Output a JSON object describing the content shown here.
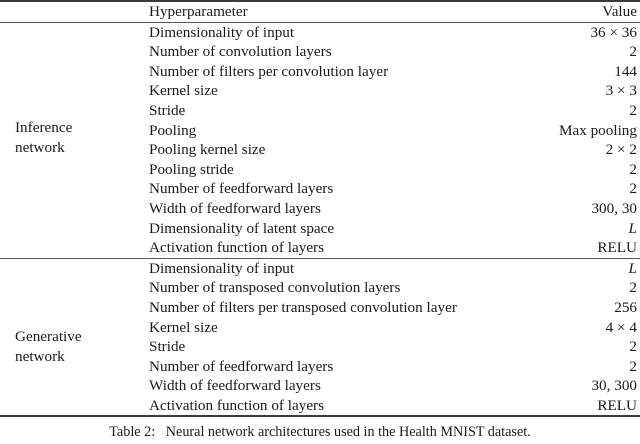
{
  "table": {
    "caption_label": "Table 2:",
    "caption_text": "Neural network architectures used in the Health MNIST dataset.",
    "columns": {
      "group": "",
      "hyperparameter": "Hyperparameter",
      "value": "Value"
    },
    "sections": [
      {
        "group_line1": "Inference",
        "group_line2": "network",
        "rows": [
          {
            "hyperparameter": "Dimensionality of input",
            "value": "36 × 36",
            "value_style": "normal"
          },
          {
            "hyperparameter": "Number of convolution layers",
            "value": "2",
            "value_style": "normal"
          },
          {
            "hyperparameter": "Number of filters per convolution layer",
            "value": "144",
            "value_style": "normal"
          },
          {
            "hyperparameter": "Kernel size",
            "value": "3 × 3",
            "value_style": "normal"
          },
          {
            "hyperparameter": "Stride",
            "value": "2",
            "value_style": "normal"
          },
          {
            "hyperparameter": "Pooling",
            "value": "Max pooling",
            "value_style": "normal"
          },
          {
            "hyperparameter": "Pooling kernel size",
            "value": "2 × 2",
            "value_style": "normal"
          },
          {
            "hyperparameter": "Pooling stride",
            "value": "2",
            "value_style": "normal"
          },
          {
            "hyperparameter": "Number of feedforward layers",
            "value": "2",
            "value_style": "normal"
          },
          {
            "hyperparameter": "Width of feedforward layers",
            "value": "300, 30",
            "value_style": "normal"
          },
          {
            "hyperparameter": "Dimensionality of latent space",
            "value": "L",
            "value_style": "italic"
          },
          {
            "hyperparameter": "Activation function of layers",
            "value": "RELU",
            "value_style": "normal"
          }
        ]
      },
      {
        "group_line1": "Generative",
        "group_line2": "network",
        "rows": [
          {
            "hyperparameter": "Dimensionality of input",
            "value": "L",
            "value_style": "italic"
          },
          {
            "hyperparameter": "Number of transposed convolution layers",
            "value": "2",
            "value_style": "normal"
          },
          {
            "hyperparameter": "Number of filters per transposed convolution layer",
            "value": "256",
            "value_style": "normal"
          },
          {
            "hyperparameter": "Kernel size",
            "value": "4 × 4",
            "value_style": "normal"
          },
          {
            "hyperparameter": "Stride",
            "value": "2",
            "value_style": "normal"
          },
          {
            "hyperparameter": "Number of feedforward layers",
            "value": "2",
            "value_style": "normal"
          },
          {
            "hyperparameter": "Width of feedforward layers",
            "value": "30, 300",
            "value_style": "normal"
          },
          {
            "hyperparameter": "Activation function of layers",
            "value": "RELU",
            "value_style": "normal"
          }
        ]
      }
    ]
  }
}
